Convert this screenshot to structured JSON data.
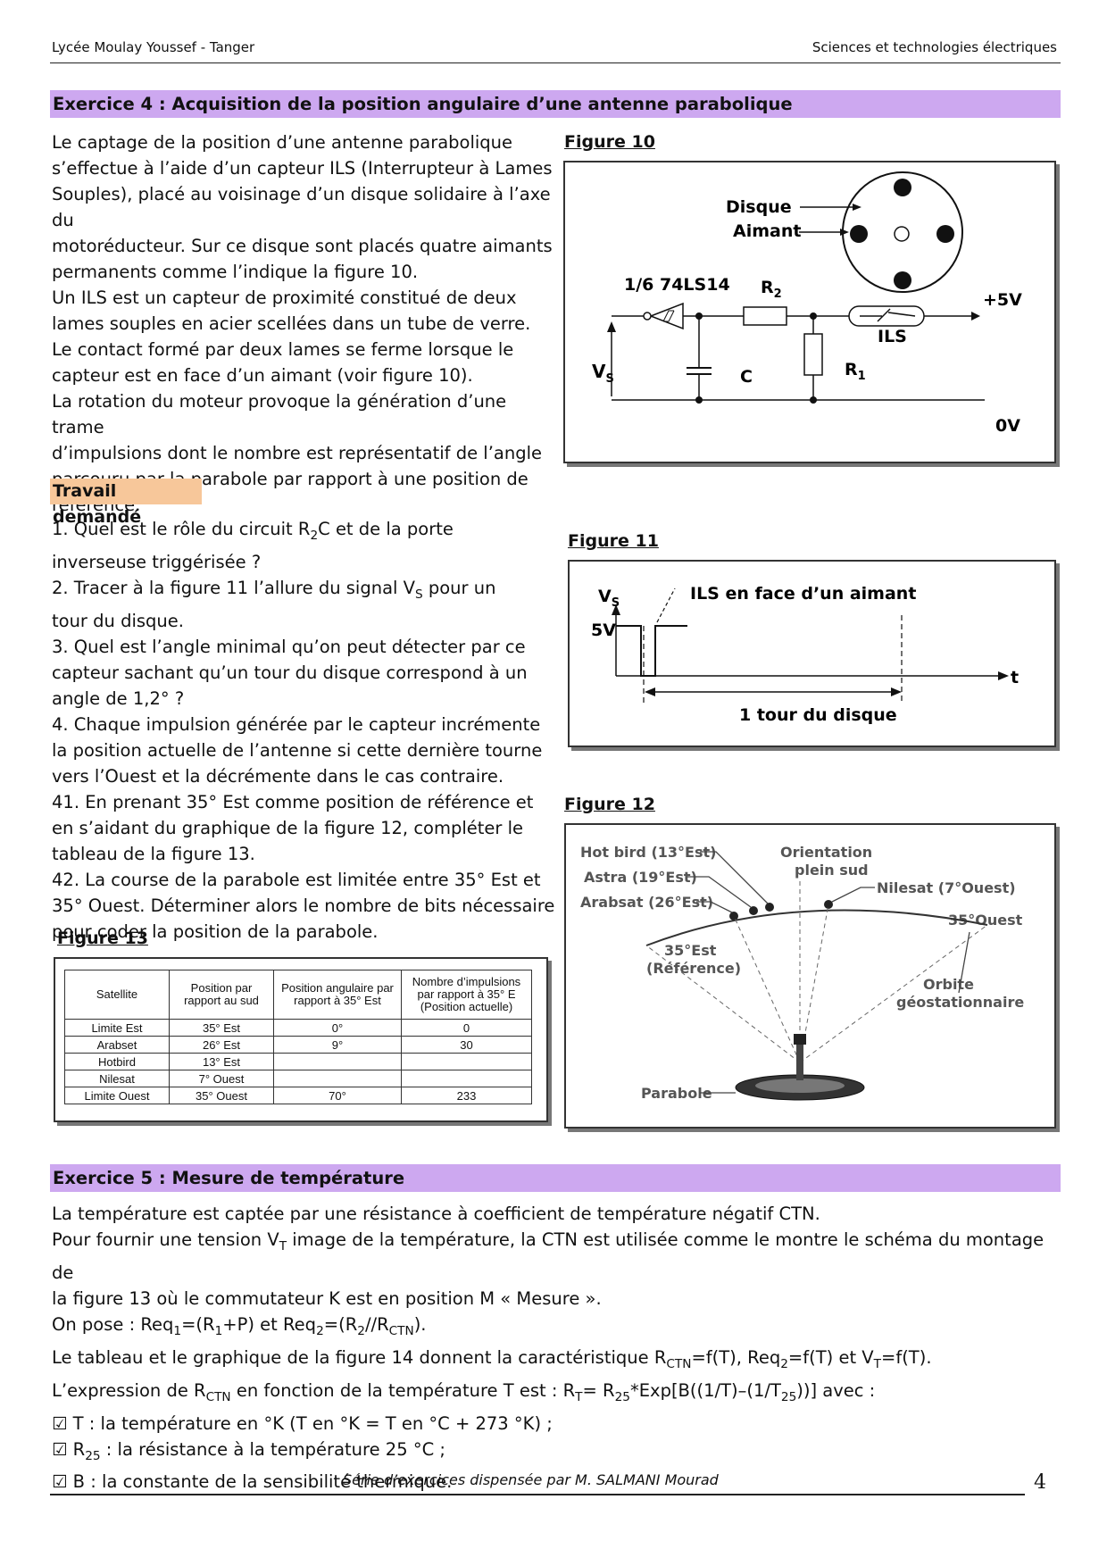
{
  "header": {
    "left": "Lycée Moulay Youssef - Tanger",
    "right": "Sciences et technologies électriques"
  },
  "ex4": {
    "title": "Exercice 4 : Acquisition de la position angulaire d’une antenne parabolique",
    "intro": [
      "Le captage de la position d’une antenne parabolique",
      "s’effectue à l’aide d’un capteur ILS (Interrupteur à Lames",
      "Souples), placé au voisinage d’un disque solidaire à l’axe du",
      "motoréducteur. Sur ce disque sont placés quatre aimants",
      "permanents comme l’indique la figure 10.",
      "Un ILS est un capteur de proximité constitué de deux",
      "lames souples en acier scellées dans un tube de verre.",
      "Le contact formé par deux lames se ferme lorsque le",
      "capteur est en face d’un aimant (voir figure 10).",
      "La rotation du moteur provoque la génération d’une trame",
      "d’impulsions dont le nombre est représentatif de l’angle",
      "parcouru par la parabole par rapport à une position de",
      "référence."
    ],
    "travail": "Travail demandé",
    "q1a": "1. Quel est le rôle du circuit R",
    "q1sub": "2",
    "q1b": "C et de la porte",
    "q1c": "inverseuse triggérisée ?",
    "q2a": "2. Tracer à la figure 11 l’allure du signal V",
    "q2sub": "S",
    "q2b": " pour un",
    "q2c": "tour du disque.",
    "questions": [
      "3. Quel est l’angle minimal qu’on peut détecter par ce",
      "capteur sachant qu’un tour du disque correspond à un",
      "angle de 1,2° ?",
      "4. Chaque impulsion générée par le capteur incrémente",
      "la position actuelle de l’antenne si cette dernière tourne",
      "vers l’Ouest et la décrémente dans le cas contraire.",
      "41. En prenant 35° Est comme position de référence et",
      "en s’aidant du graphique de la figure 12, compléter le",
      "tableau de la figure 13.",
      "42. La course de la parabole est limitée entre 35° Est et",
      "35° Ouest. Déterminer alors le nombre de bits nécessaire",
      "pour coder la position de la parabole."
    ],
    "fig10": {
      "label": "Figure 10",
      "disque": "Disque",
      "aimant": "Aimant",
      "gate": "1/6 74LS14",
      "r2": "R",
      "r2sub": "2",
      "vplus": "+5V",
      "ils": "ILS",
      "vs": "V",
      "vssub": "S",
      "c": "C",
      "r1": "R",
      "r1sub": "1",
      "zero": "0V"
    },
    "fig11": {
      "label": "Figure 11",
      "vs": "V",
      "vssub": "S",
      "five": "5V",
      "ils_note": "ILS en face d’un aimant",
      "t": "t",
      "tour": "1 tour du disque"
    },
    "fig12": {
      "label": "Figure 12",
      "hotbird": "Hot bird (13°Est)",
      "astra": "Astra (19°Est)",
      "arabsat": "Arabsat (26°Est)",
      "orient1": "Orientation",
      "orient2": "plein sud",
      "nilesat": "Nilesat (7°Ouest)",
      "ouest35": "35°Ouest",
      "est35": "35°Est",
      "reference": "(Référence)",
      "orbite1": "Orbite",
      "orbite2": "géostationnaire",
      "parabole": "Parabole"
    },
    "fig13": {
      "label": "Figure 13",
      "headers": [
        "Satellite",
        "Position par rapport au sud",
        "Position angulaire par rapport à 35° Est",
        "Nombre d’impulsions par rapport à 35° E (Position actuelle)"
      ],
      "rows": [
        [
          "Limite Est",
          "35° Est",
          "0°",
          "0"
        ],
        [
          "Arabset",
          "26° Est",
          "9°",
          "30"
        ],
        [
          "Hotbird",
          "13° Est",
          "",
          ""
        ],
        [
          "Nilesat",
          "7° Ouest",
          "",
          ""
        ],
        [
          "Limite Ouest",
          "35° Ouest",
          "70°",
          "233"
        ]
      ]
    }
  },
  "ex5": {
    "title": "Exercice 5 : Mesure de température",
    "l1": "La température est captée par une résistance à coefficient de température négatif CTN.",
    "l2a": "Pour fournir une tension V",
    "l2sub": "T",
    "l2b": " image de la température, la CTN est utilisée comme le montre le schéma du montage de",
    "l3": "la figure 13 où le commutateur K est en position M « Mesure ».",
    "l4a": "On pose : Req",
    "l4s1": "1",
    "l4b": "=(R",
    "l4s2": "1",
    "l4c": "+P) et Req",
    "l4s3": "2",
    "l4d": "=(R",
    "l4s4": "2",
    "l4e": "//R",
    "l4s5": "CTN",
    "l4f": ").",
    "l5a": "Le tableau et le graphique de la figure 14 donnent la caractéristique R",
    "l5s1": "CTN",
    "l5b": "=f(T), Req",
    "l5s2": "2",
    "l5c": "=f(T) et V",
    "l5s3": "T",
    "l5d": "=f(T).",
    "l6a": "L’expression de R",
    "l6s1": "CTN",
    "l6b": " en fonction de la température T est : R",
    "l6s2": "T",
    "l6c": "= R",
    "l6s3": "25",
    "l6d": "*Exp[B((1/T)–(1/T",
    "l6s4": "25",
    "l6e": "))] avec :",
    "b1": "☑ T : la température en °K (T en °K =  T en °C + 273 °K) ;",
    "b2a": "☑ R",
    "b2sub": "25",
    "b2b": " : la résistance à la température 25 °C ;",
    "b3": "☑ B : la constante de la sensibilité thermique."
  },
  "footer": {
    "text": "Série d’exercices  dispensée par  M. SALMANI Mourad",
    "page": "4"
  }
}
